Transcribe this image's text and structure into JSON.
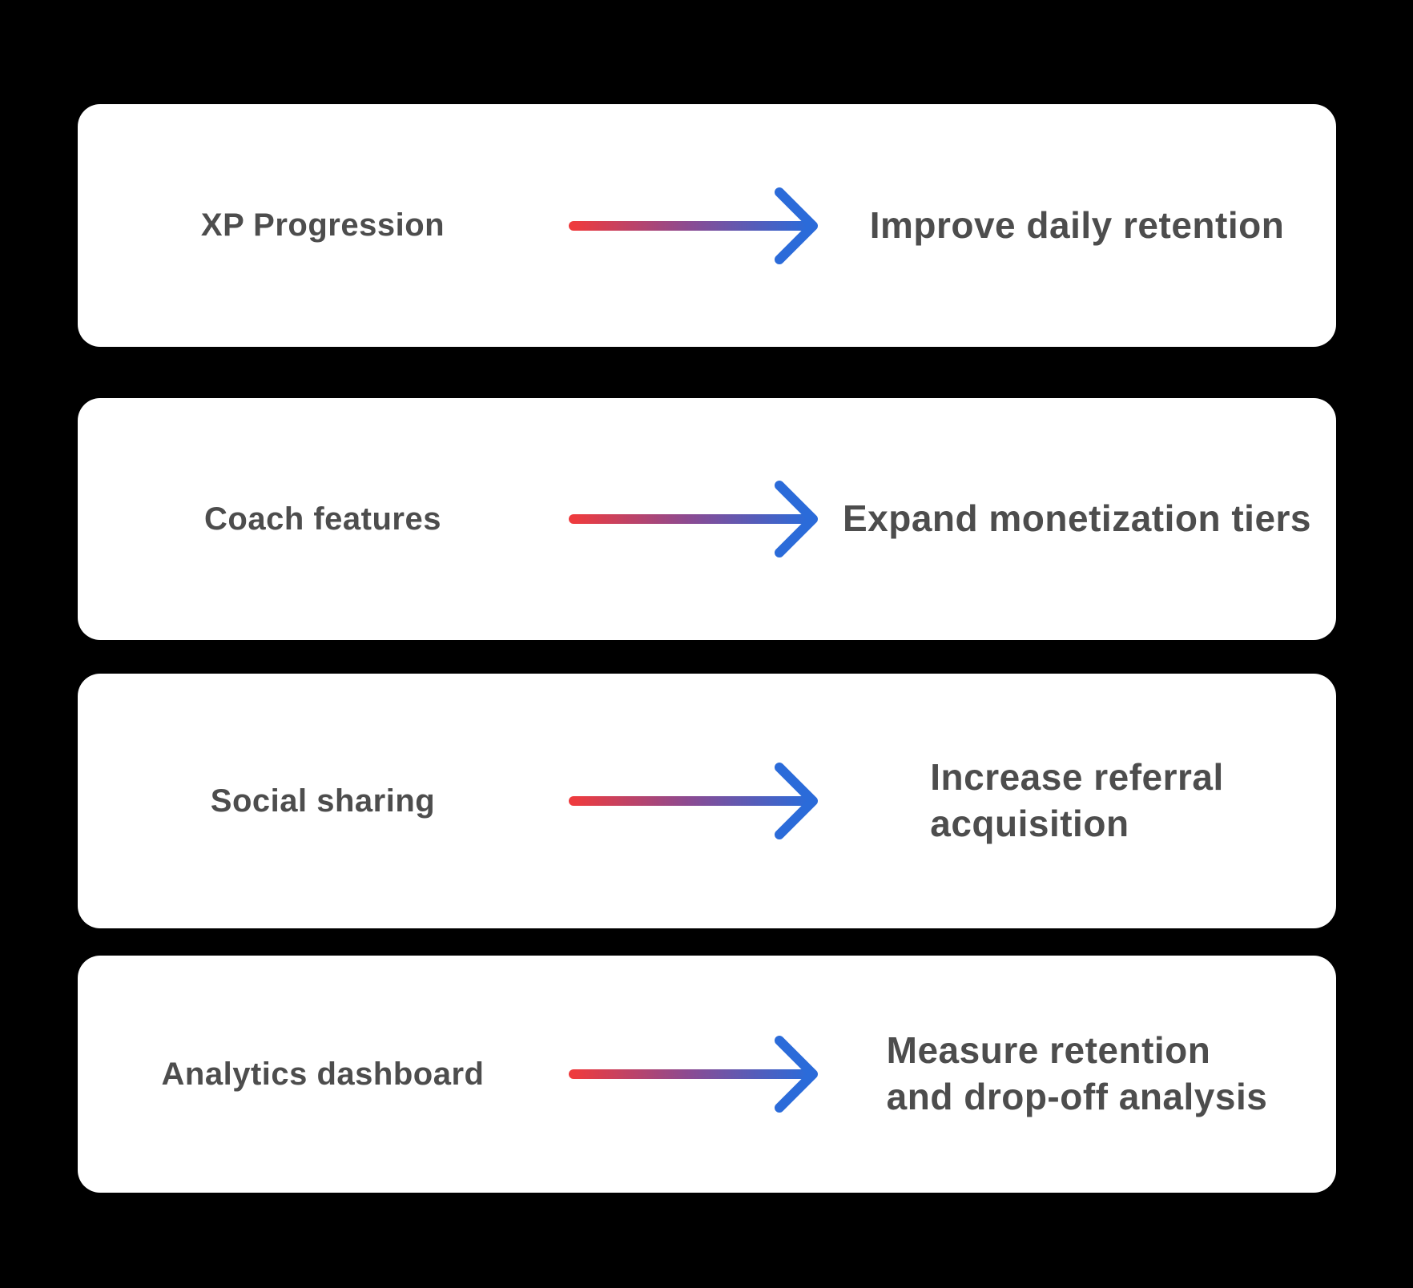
{
  "page": {
    "background_color": "#000000",
    "card_background_color": "#ffffff",
    "text_color": "#4d4d4d"
  },
  "arrow": {
    "icon": "arrow-right-icon",
    "gradient_start_color": "#ee3b3e",
    "gradient_mid_color": "#8a4b93",
    "gradient_end_color": "#2b6bd9",
    "head_color": "#2b6bd9"
  },
  "rows": [
    {
      "feature": "XP Progression",
      "outcome_lines": [
        "Improve daily retention"
      ]
    },
    {
      "feature": "Coach features",
      "outcome_lines": [
        "Expand monetization tiers"
      ]
    },
    {
      "feature": "Social sharing",
      "outcome_lines": [
        "Increase referral",
        "acquisition"
      ]
    },
    {
      "feature": "Analytics dashboard",
      "outcome_lines": [
        "Measure retention",
        "and drop-off analysis"
      ]
    }
  ]
}
